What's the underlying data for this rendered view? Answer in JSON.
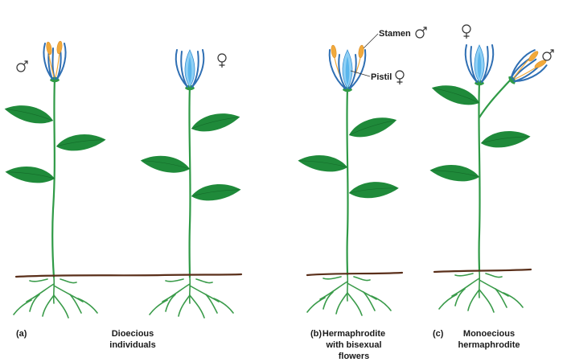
{
  "panels": {
    "a": {
      "tag": "(a)",
      "caption_lines": [
        "Dioecious",
        "individuals"
      ]
    },
    "b": {
      "tag": "(b)",
      "caption_lines": [
        "Hermaphrodite",
        "with bisexual",
        "flowers"
      ]
    },
    "c": {
      "tag": "(c)",
      "caption_lines": [
        "Monoecious",
        "hermaphrodite"
      ]
    }
  },
  "labels": {
    "stamen": "Stamen",
    "pistil": "Pistil"
  },
  "colors": {
    "leaf": "#1f8a3a",
    "stem": "#2f9a46",
    "soil": "#5a2f1a",
    "petal": "#2f6fb3",
    "pistil": "#8fd0f5",
    "anther": "#f1a93b"
  },
  "symbols": {
    "male": "male-symbol",
    "female": "female-symbol"
  }
}
